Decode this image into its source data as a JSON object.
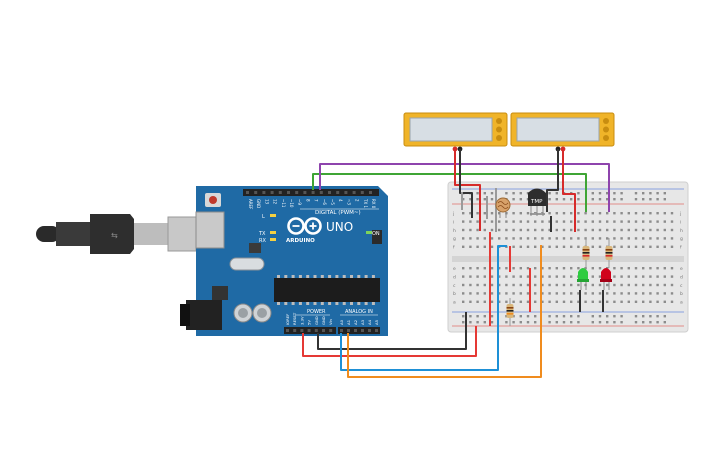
{
  "arduino": {
    "brand": "ARDUINO",
    "model": "UNO",
    "digital_label": "DIGITAL (PWM~)",
    "power_label": "POWER",
    "analog_label": "ANALOG IN",
    "led_l": "L",
    "led_tx": "TX",
    "led_rx": "RX",
    "led_on": "ON",
    "digital_pins": [
      "AREF",
      "GND",
      "13",
      "12",
      "~11",
      "~10",
      "~9",
      "8",
      "7",
      "~6",
      "~5",
      "4",
      "~3",
      "2",
      "TX 1",
      "RX 0"
    ],
    "power_pins": [
      "IOREF",
      "RESET",
      "3.3V",
      "5V",
      "GND",
      "GND",
      "Vin"
    ],
    "analog_pins": [
      "A0",
      "A1",
      "A2",
      "A3",
      "A4",
      "A5"
    ]
  },
  "sensor": {
    "label": "TMP"
  },
  "breadboard": {
    "row_letters_top": [
      "j",
      "i",
      "h",
      "g",
      "f"
    ],
    "row_letters_bottom": [
      "e",
      "d",
      "c",
      "b",
      "a"
    ]
  },
  "colors": {
    "board": "#1f6aa5",
    "board_dark": "#17507c",
    "wire_red": "#e53935",
    "wire_black": "#333333",
    "wire_green": "#3fa535",
    "wire_purple": "#8e44ad",
    "wire_blue": "#1e90d6",
    "wire_orange": "#f08c1e",
    "meter_frame": "#f0b429",
    "led_green": "#2ecc40",
    "led_red": "#d0021b"
  }
}
